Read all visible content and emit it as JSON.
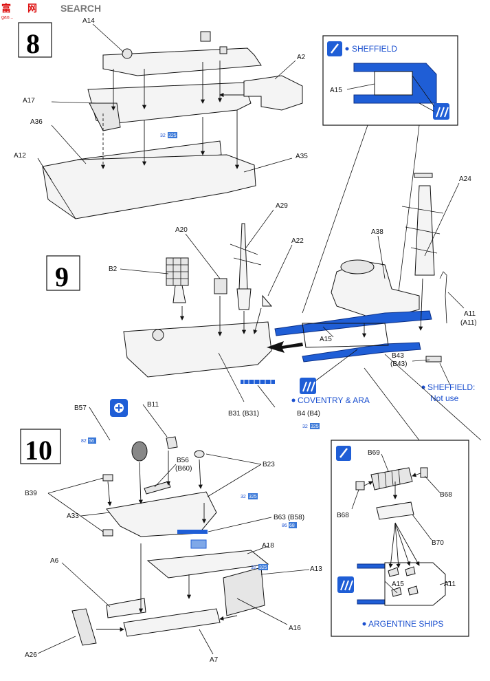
{
  "watermark": {
    "text_cn": "富",
    "text_cn2": "网",
    "text_en": "SEARCH",
    "sub": "gao..."
  },
  "steps": [
    "8",
    "9",
    "10"
  ],
  "callouts": {
    "sheffield": "SHEFFIELD",
    "coventry": "COVENTRY & ARA",
    "sheffield_not_use_1": "SHEFFIELD:",
    "sheffield_not_use_2": "Not use",
    "argentine": "ARGENTINE SHIPS"
  },
  "labels": {
    "A14": "A14",
    "A2": "A2",
    "A17": "A17",
    "A36": "A36",
    "A12": "A12",
    "A35": "A35",
    "A15_top": "A15",
    "A24": "A24",
    "A29": "A29",
    "A20": "A20",
    "A22": "A22",
    "A38": "A38",
    "B2": "B2",
    "A15_mid": "A15",
    "A11": "A11",
    "A11b": "(A11)",
    "B43": "B43",
    "B43b": "(B43)",
    "B31": "B31 (B31)",
    "B4": "B4  (B4)",
    "B57": "B57",
    "B11": "B11",
    "B56": "B56",
    "B60": "(B60)",
    "B23": "B23",
    "B39": "B39",
    "A33": "A33",
    "B63": "B63 (B58)",
    "A6": "A6",
    "A18": "A18",
    "A13": "A13",
    "A26": "A26",
    "A16": "A16",
    "A7": "A7",
    "B69": "B69",
    "B68a": "B68",
    "B68b": "B68",
    "B70": "B70",
    "A15_bot": "A15",
    "A11_bot": "A11"
  },
  "paint_refs": {
    "h325_a": "325",
    "h325_b": "325",
    "h325_c": "325",
    "h325_d": "325",
    "h82": "82",
    "h56": "56",
    "h86": "86",
    "h68": "68",
    "h32_a": "32",
    "h32_b": "32",
    "h32_c": "32",
    "h32_d": "32"
  }
}
